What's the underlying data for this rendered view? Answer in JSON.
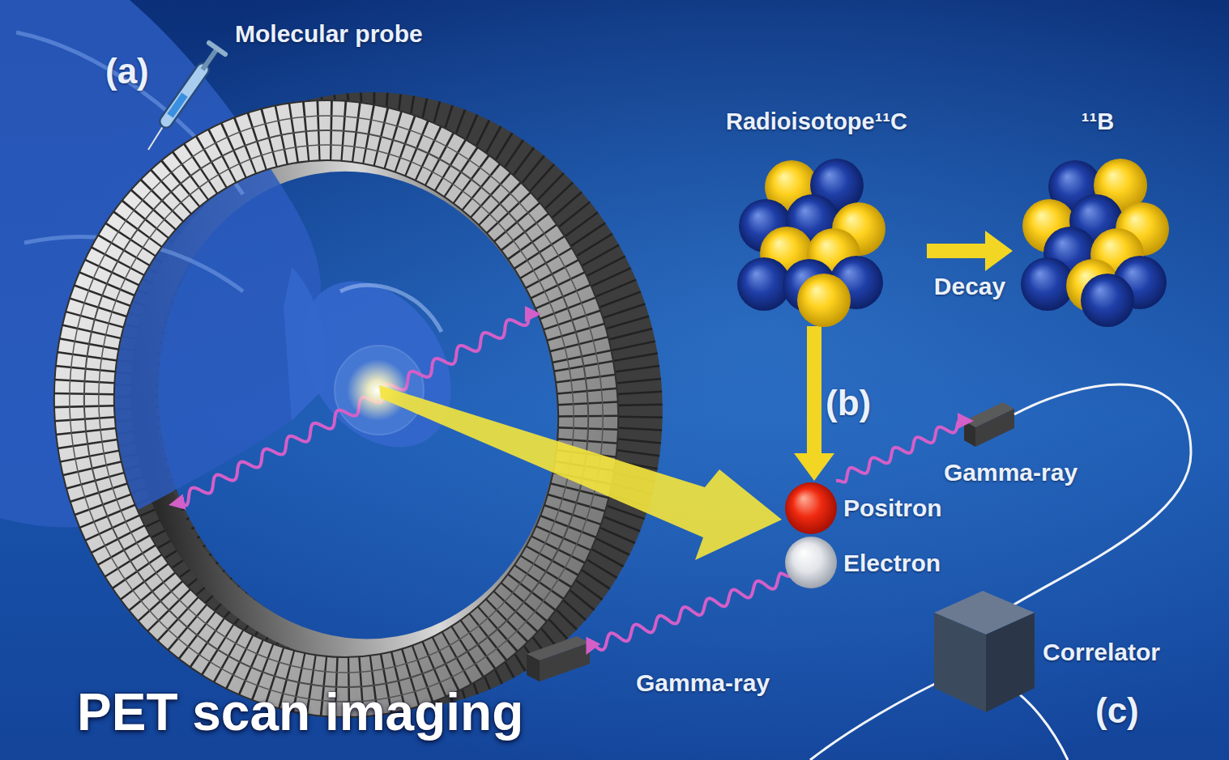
{
  "diagram": {
    "title": "PET scan imaging",
    "nodes": [
      {
        "text": [
          "Radioisotope¹¹C"
        ]
      },
      {
        "text": [
          "¹¹B"
        ]
      },
      {
        "text": [
          "Positron"
        ]
      },
      {
        "text": [
          "Electron"
        ]
      },
      {
        "text": [
          "Correlator"
        ]
      }
    ],
    "edges": [
      {
        "from": 0,
        "to": 1,
        "label": "Decay",
        "arrow": "to"
      },
      {
        "from": 0,
        "to": 2,
        "label": "(b)",
        "arrow": "to"
      }
    ],
    "labels": [
      "Molecular probe",
      "(a)",
      "Gamma-ray",
      "Gamma-ray",
      "(c)"
    ]
  }
}
